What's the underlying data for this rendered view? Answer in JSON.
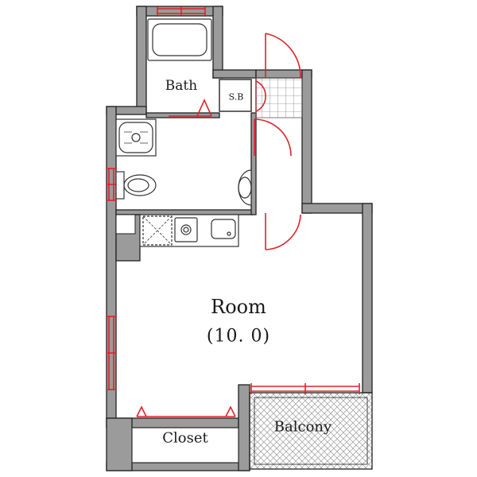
{
  "rooms": {
    "room": "Room",
    "room_area": "(10. 0)",
    "bath": "Bath",
    "shoe_box": "S.B",
    "closet": "Closet",
    "balcony": "Balcony"
  },
  "colors": {
    "wall": "#9b9b9b",
    "wall_outline": "#222222",
    "opening": "#e0222a",
    "fixture": "#333333",
    "balcony_hatch": "#9a9a9a"
  }
}
